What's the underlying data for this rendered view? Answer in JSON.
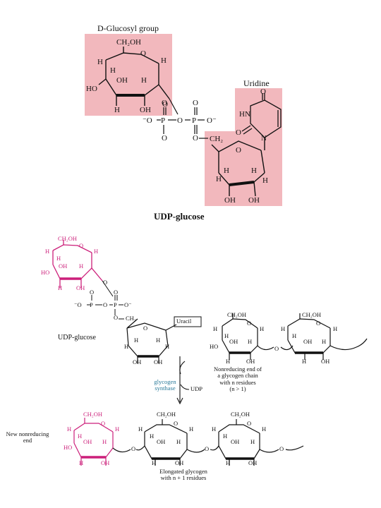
{
  "top": {
    "glucosyl_label": "D-Glucosyl group",
    "uridine_label": "Uridine",
    "title": "UDP-glucose"
  },
  "bottom": {
    "udp_glucose_label": "UDP-glucose",
    "uracil_label": "Uracil",
    "nonreducing_label_1": "Nonreducing end of",
    "nonreducing_label_2": "a glycogen chain",
    "nonreducing_label_3": "with n residues",
    "nonreducing_label_4": "(n > 1)",
    "enzyme_1": "glycogen",
    "enzyme_2": "synthase",
    "udp_label": "UDP",
    "new_end_1": "New nonreducing",
    "new_end_2": "end",
    "elongated_1": "Elongated glycogen",
    "elongated_2": "with n + 1 residues"
  },
  "atoms": {
    "ch2oh": "CH₂OH",
    "ch2": "CH₂",
    "h": "H",
    "oh": "OH",
    "ho": "HO",
    "o": "O",
    "o_minus": "⁻O",
    "o_minus_r": "O⁻",
    "p": "P",
    "hn": "HN",
    "n": "N"
  },
  "colors": {
    "highlight": "#f2b8bd",
    "magenta": "#cc1f7a",
    "teal": "#2a7a9a"
  }
}
